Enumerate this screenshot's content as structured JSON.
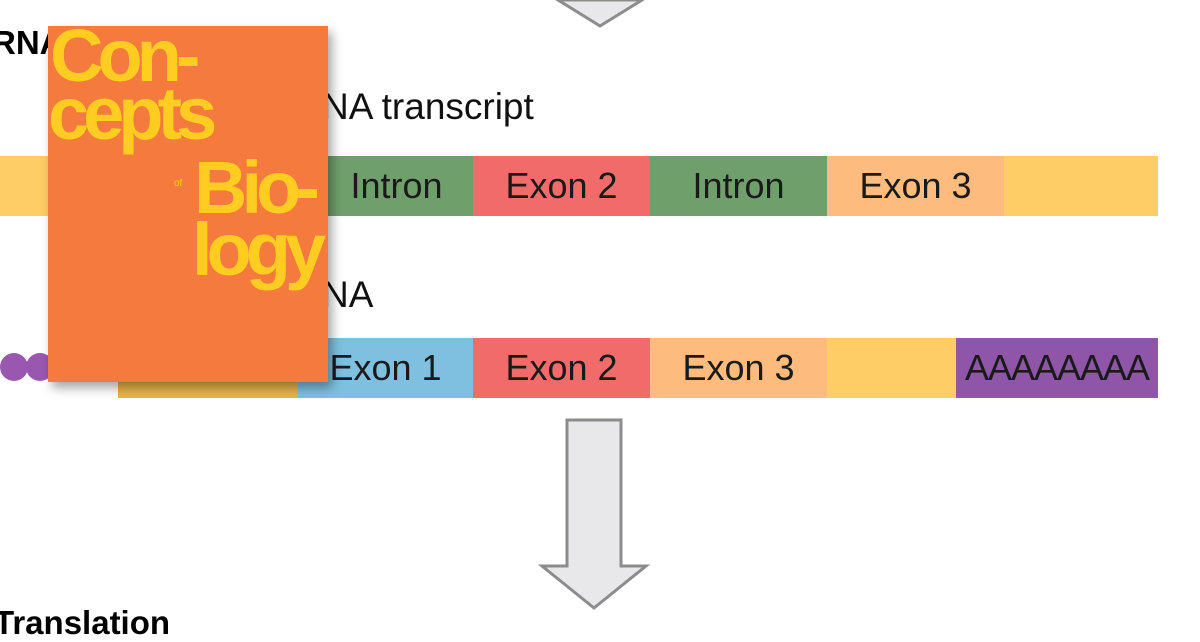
{
  "headings": {
    "top": "RNA",
    "bottom": "Translation"
  },
  "labels": {
    "pre_mrna": "NA transcript",
    "mrna": "NA"
  },
  "strip1": {
    "segments": [
      {
        "label": "",
        "color": "#ffcd66"
      },
      {
        "label": "Intron",
        "color": "#6f9f6b"
      },
      {
        "label": "Exon 2",
        "color": "#f16b6b"
      },
      {
        "label": "Intron",
        "color": "#6f9f6b"
      },
      {
        "label": "Exon 3",
        "color": "#fdbb7d"
      },
      {
        "label": "",
        "color": "#ffcd66"
      }
    ]
  },
  "strip2": {
    "segments": [
      {
        "label": "",
        "color": "#e9b24a"
      },
      {
        "label": "Exon 1",
        "color": "#7fbfdf"
      },
      {
        "label": "Exon 2",
        "color": "#f16b6b"
      },
      {
        "label": "Exon 3",
        "color": "#fdbb7d"
      },
      {
        "label": "",
        "color": "#ffcd66"
      },
      {
        "label": "AAAAAAAA",
        "color": "#8e55a8"
      }
    ],
    "cap_color": "#9a57b0"
  },
  "cover": {
    "word1_a": "Con-",
    "word1_b": "cepts",
    "of": "of",
    "word2_a": "Bio-",
    "word2_b": "logy",
    "background": "#f47a3e",
    "text_color": "#ffcd22"
  },
  "arrow_color": "#e8e8ea"
}
